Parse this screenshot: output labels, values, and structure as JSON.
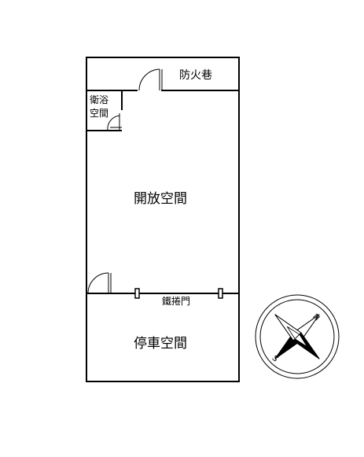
{
  "rooms": {
    "fire_lane": "防火巷",
    "bathroom_line1": "衛浴",
    "bathroom_line2": "空間",
    "open_space": "開放空間",
    "iron_door": "鐵捲門",
    "parking_space": "停車空間"
  },
  "compass": {
    "north": "N",
    "south": "S"
  }
}
